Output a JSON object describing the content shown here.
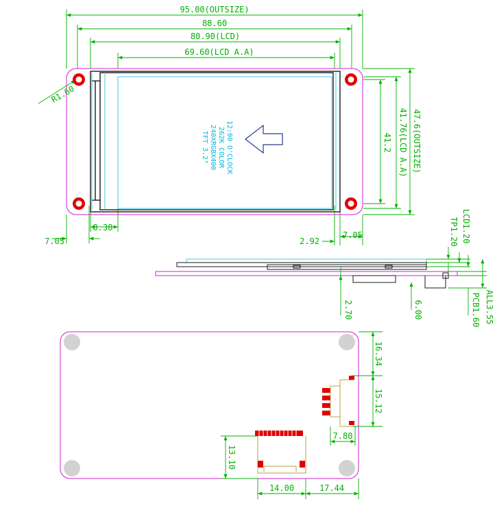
{
  "top_view": {
    "dims": {
      "outsize_width": "95.00(OUTSIZE)",
      "board_width": "88.60",
      "lcd_width": "80.90(LCD)",
      "active_width": "69.60(LCD A.A)",
      "radius": "R1.60",
      "left_offset": "7.05",
      "aa_left": "8.38",
      "aa_right": "2.92",
      "right_offset": "7.05",
      "outsize_height": "47.6(OUTSIZE)",
      "active_height": "41.76(LCD A.A)",
      "inner_height": "41.2"
    },
    "lcd_label": [
      "TFT 3.2\"",
      "240XRGBX400",
      "262K COLOR",
      "12:00 O'CLOCK"
    ]
  },
  "side_view": {
    "dims": {
      "lcd_thk": "LCD1.20",
      "tp_thk": "TP1.20",
      "total_thk": "ALL3.55",
      "pcb_thk": "PCB1.60",
      "fpc_thk": "2.70",
      "conn_height": "6.00"
    }
  },
  "bottom_view": {
    "dims": {
      "top_gap": "16.34",
      "conn_height": "15.12",
      "conn_width": "7.80",
      "fpc_height": "13.10",
      "fpc_width": "14.00",
      "right_gap": "17.44"
    }
  },
  "colors": {
    "dimension": "#00b000",
    "pcb_outline": "#d020d0",
    "mount_hole": "#e00000",
    "lcd_text": "#00b8d8",
    "pad": "#e00000"
  }
}
